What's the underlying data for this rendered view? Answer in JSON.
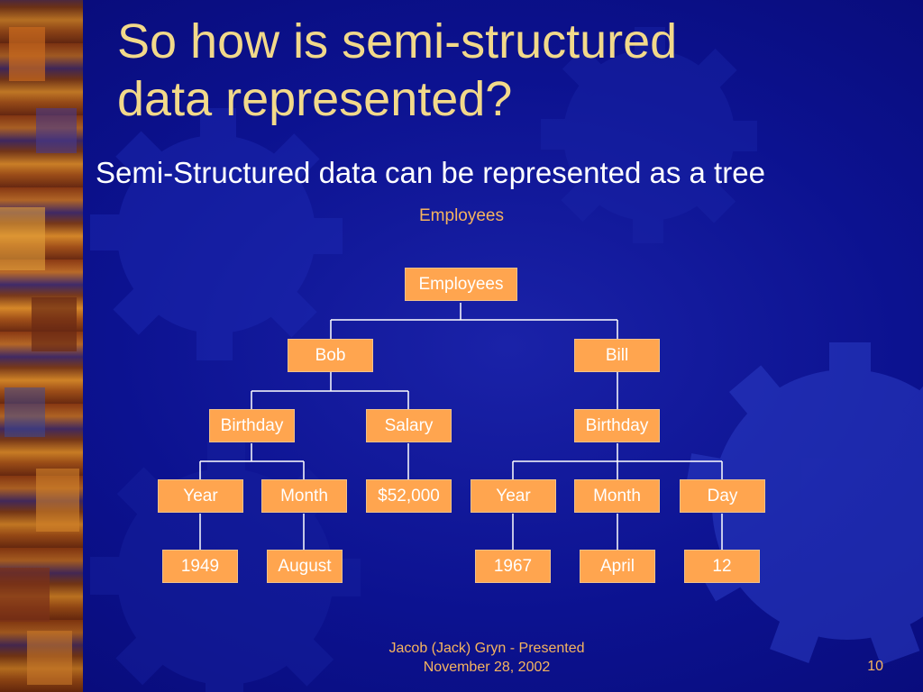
{
  "slide": {
    "title_line1": "So how is semi-structured",
    "title_line2": "data represented?",
    "subtitle": "Semi-Structured data can be represented as a tree",
    "caption": "Employees",
    "footer_line1": "Jacob (Jack) Gryn - Presented",
    "footer_line2": "November 28, 2002",
    "page_number": "10"
  },
  "colors": {
    "background": "#0c1290",
    "title": "#f2d98a",
    "node_fill": "#ffa54f",
    "accent_text": "#f6b45f"
  },
  "tree": {
    "root": "Employees",
    "level1": [
      "Bob",
      "Bill"
    ],
    "level2": [
      "Birthday",
      "Salary",
      "Birthday"
    ],
    "level3": [
      "Year",
      "Month",
      "$52,000",
      "Year",
      "Month",
      "Day"
    ],
    "level4": [
      "1949",
      "August",
      "1967",
      "April",
      "12"
    ]
  }
}
